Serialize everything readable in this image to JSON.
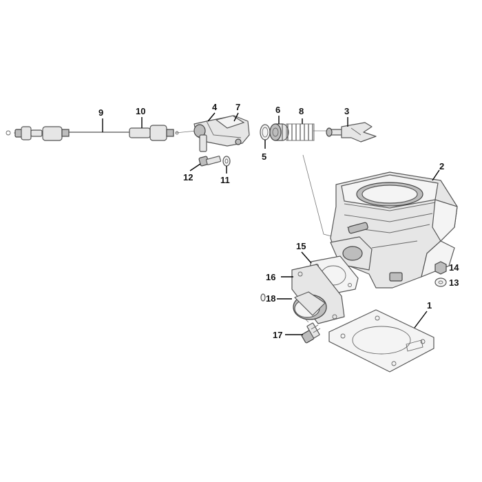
{
  "callouts": {
    "c1": "1",
    "c2": "2",
    "c3": "3",
    "c4": "4",
    "c5": "5",
    "c6": "6",
    "c7": "7",
    "c8": "8",
    "c9": "9",
    "c10": "10",
    "c11": "11",
    "c12": "12",
    "c13": "13",
    "c14": "14",
    "c15": "15",
    "c16": "16",
    "c17": "17",
    "c18": "18"
  },
  "colors": {
    "part_fill": "#e6e6e6",
    "part_stroke": "#555555",
    "leader": "#000000",
    "background": "#ffffff"
  }
}
